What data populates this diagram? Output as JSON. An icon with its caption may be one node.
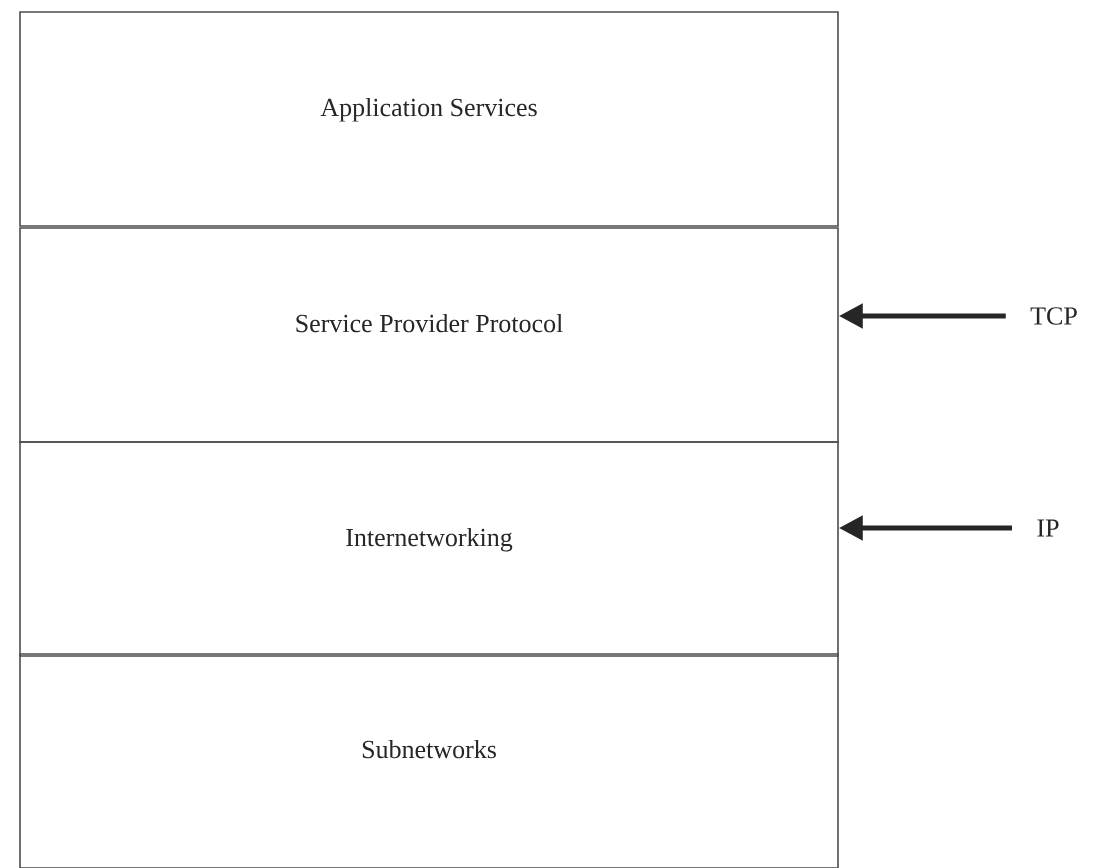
{
  "diagram": {
    "nodes": [
      {
        "text": [
          "Application Services"
        ]
      },
      {
        "text": [
          "Service Provider Protocol"
        ]
      },
      {
        "text": [
          "Internetworking"
        ]
      },
      {
        "text": [
          "Subnetworks"
        ]
      },
      {
        "text": [
          "TCP"
        ]
      },
      {
        "text": [
          "IP"
        ]
      }
    ],
    "edges": [
      {
        "from": 4,
        "to": 1,
        "arrow": "to"
      },
      {
        "from": 5,
        "to": 2,
        "arrow": "to"
      }
    ]
  }
}
